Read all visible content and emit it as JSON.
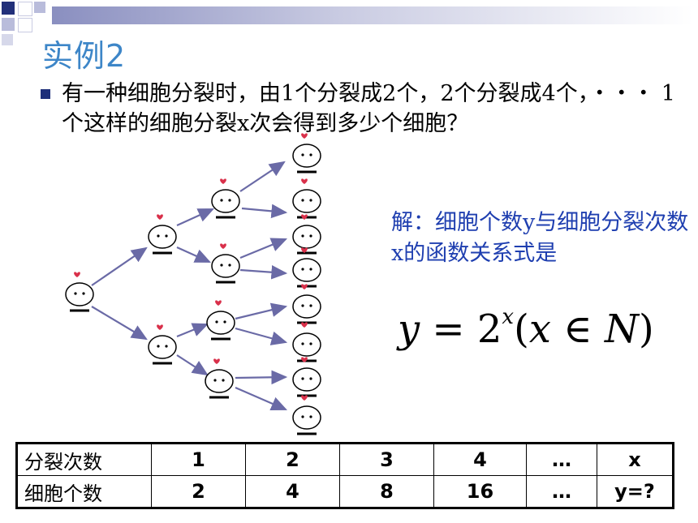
{
  "slide": {
    "title": "实例2",
    "question": "有一种细胞分裂时，由1个分裂成2个，2个分裂成4个，・・・ 1个这样的细胞分裂x次会得到多少个细胞？",
    "answer": "解：细胞个数y与细胞分裂次数x的函数关系式是",
    "formula": {
      "y": "y",
      "eq": " = 2",
      "exp": "x",
      "domain_open": "(",
      "domain_x": "x",
      "in": " ∈ ",
      "domain_set": "N",
      "domain_close": ")"
    }
  },
  "table": {
    "rows": [
      {
        "label": "分裂次数",
        "cells": [
          "1",
          "2",
          "3",
          "4",
          "…",
          "x"
        ]
      },
      {
        "label": "细胞个数",
        "cells": [
          "2",
          "4",
          "8",
          "16",
          "…",
          "y=?"
        ]
      }
    ]
  },
  "colors": {
    "title": "#3d86c8",
    "answer": "#1f3fb0",
    "arrow": "#6a6aa6",
    "bullet": "#1e2f7a",
    "heart": "#d9304a"
  }
}
